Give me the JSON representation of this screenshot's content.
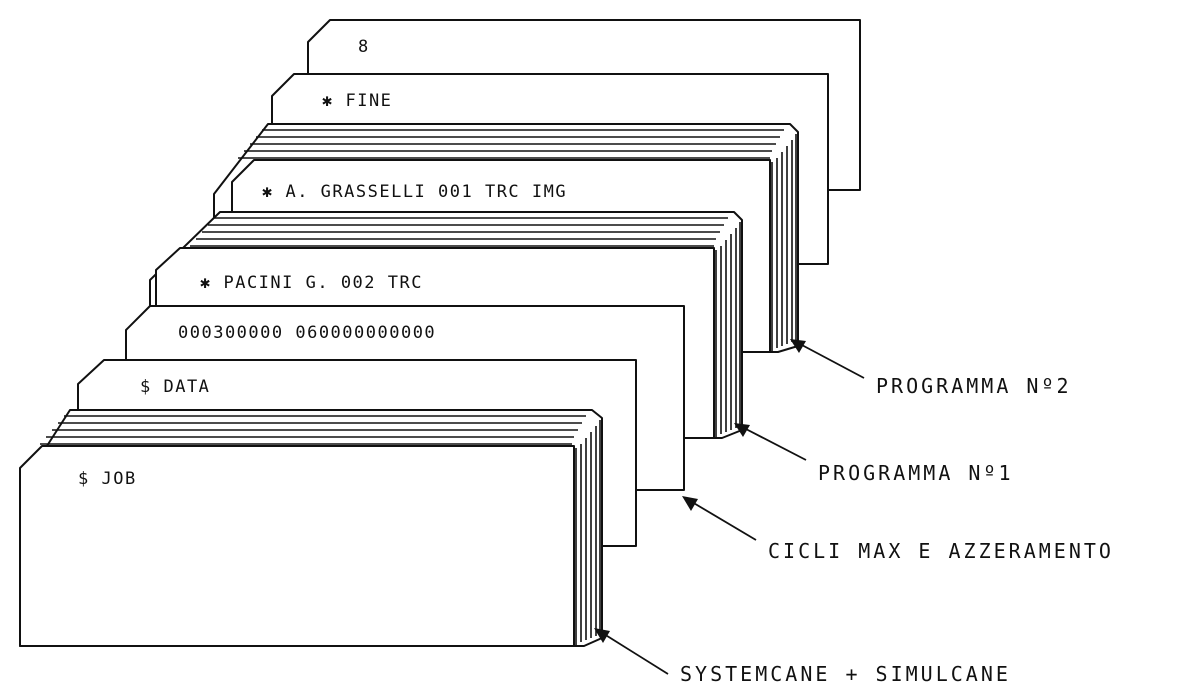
{
  "cards": [
    {
      "text": "8"
    },
    {
      "text": "✱ FINE"
    },
    {
      "text": "✱  A. GRASSELLI    001  TRC  IMG"
    },
    {
      "text": "✱  PACINI G.      002  TRC"
    },
    {
      "text": "000300000  060000000000"
    },
    {
      "text": "$  DATA"
    },
    {
      "text": "$  JOB"
    }
  ],
  "labels": [
    {
      "text": "PROGRAMMA Nº2"
    },
    {
      "text": "PROGRAMMA Nº1"
    },
    {
      "text": "CICLI MAX E AZZERAMENTO"
    },
    {
      "text": "SYSTEMCANE + SIMULCANE"
    }
  ]
}
